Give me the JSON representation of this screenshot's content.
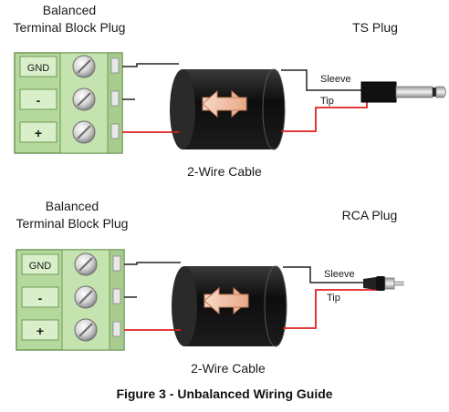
{
  "caption": "Figure 3 - Unbalanced Wiring Guide",
  "top": {
    "block_title_1": "Balanced",
    "block_title_2": "Terminal Block Plug",
    "plug_title": "TS Plug",
    "pins": [
      "GND",
      "-",
      "+"
    ],
    "cable_label": "2-Wire Cable",
    "sleeve_label": "Sleeve",
    "tip_label": "Tip"
  },
  "bottom": {
    "block_title_1": "Balanced",
    "block_title_2": "Terminal Block Plug",
    "plug_title": "RCA Plug",
    "pins": [
      "GND",
      "-",
      "+"
    ],
    "cable_label": "2-Wire Cable",
    "sleeve_label": "Sleeve",
    "tip_label": "Tip"
  },
  "colors": {
    "block_green": "#b5d99c",
    "block_outline": "#6f9a58",
    "wire_black": "#222222",
    "wire_red": "#e02020",
    "cable_body": "#111111",
    "arrow_fill": "#f4c9b0"
  }
}
